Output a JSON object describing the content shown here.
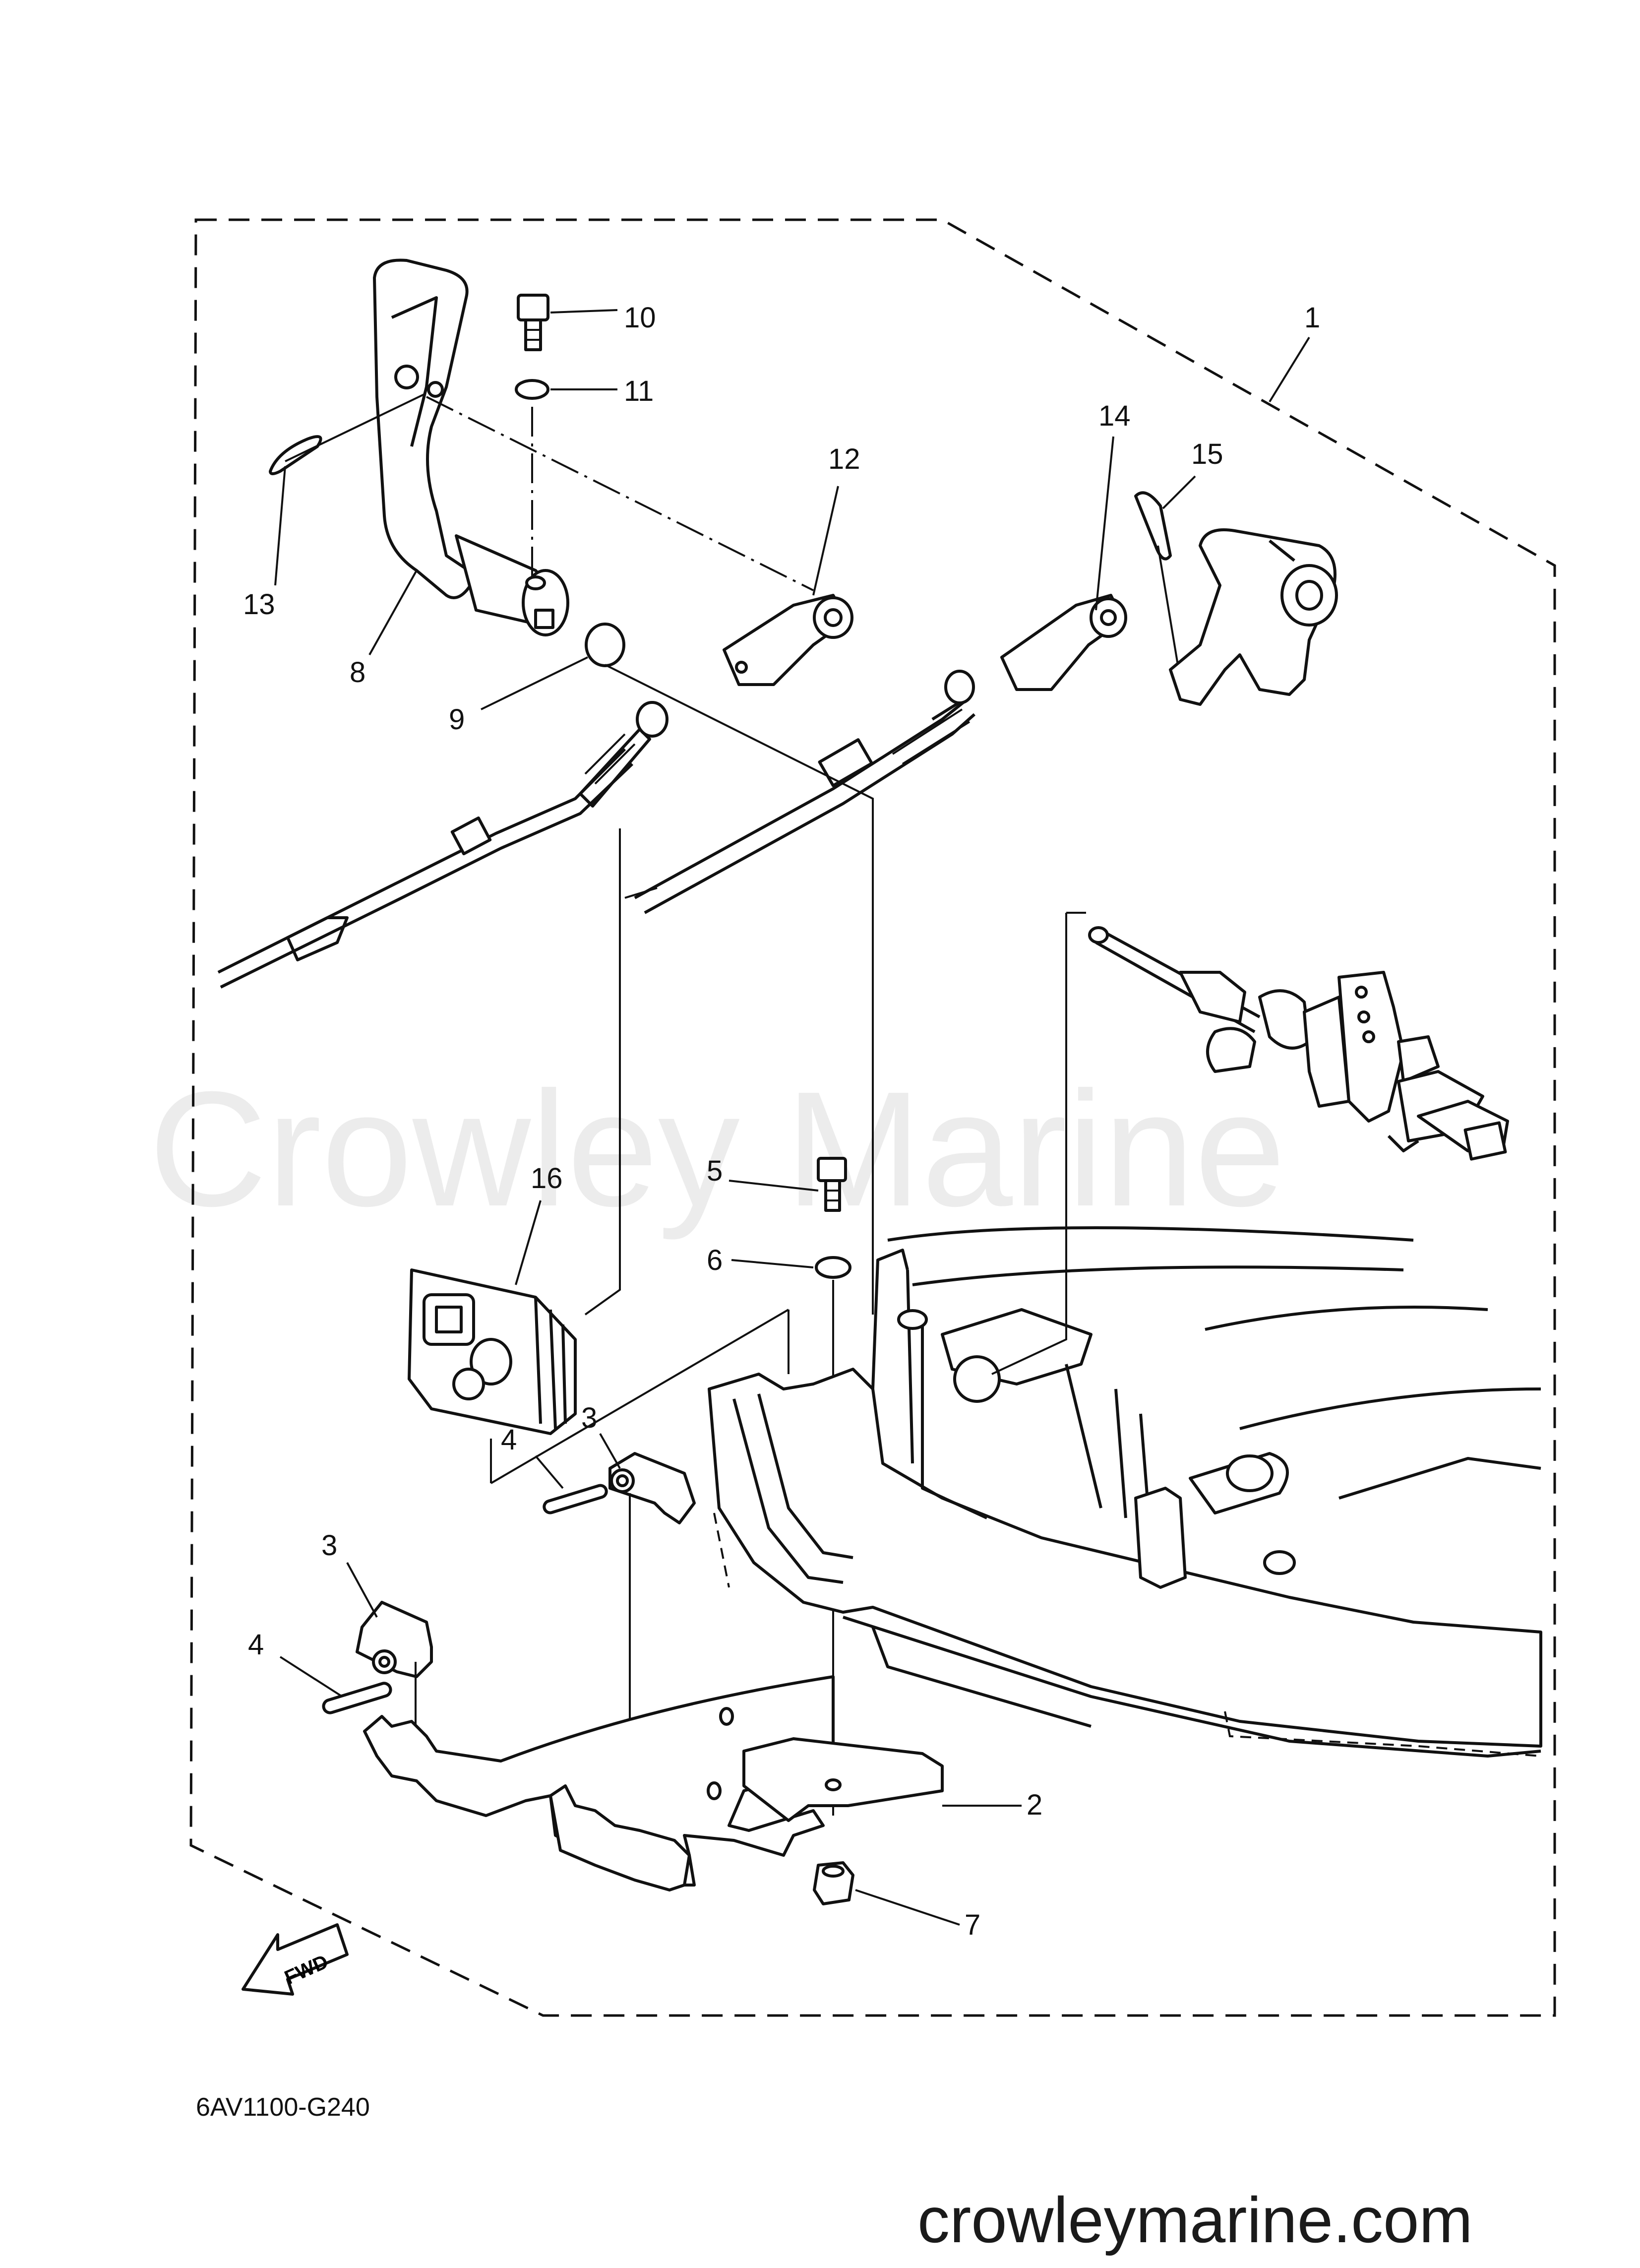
{
  "diagram": {
    "part_code": "6AV1100-G240",
    "watermark": "Crowley Marine",
    "website": "crowleymarine.com",
    "fwd_label": "FWD",
    "callouts": {
      "c1": "1",
      "c2": "2",
      "c3a": "3",
      "c3b": "3",
      "c4a": "4",
      "c4b": "4",
      "c5": "5",
      "c6": "6",
      "c7": "7",
      "c8": "8",
      "c9": "9",
      "c10": "10",
      "c11": "11",
      "c12": "12",
      "c13": "13",
      "c14": "14",
      "c15": "15",
      "c16": "16"
    }
  }
}
